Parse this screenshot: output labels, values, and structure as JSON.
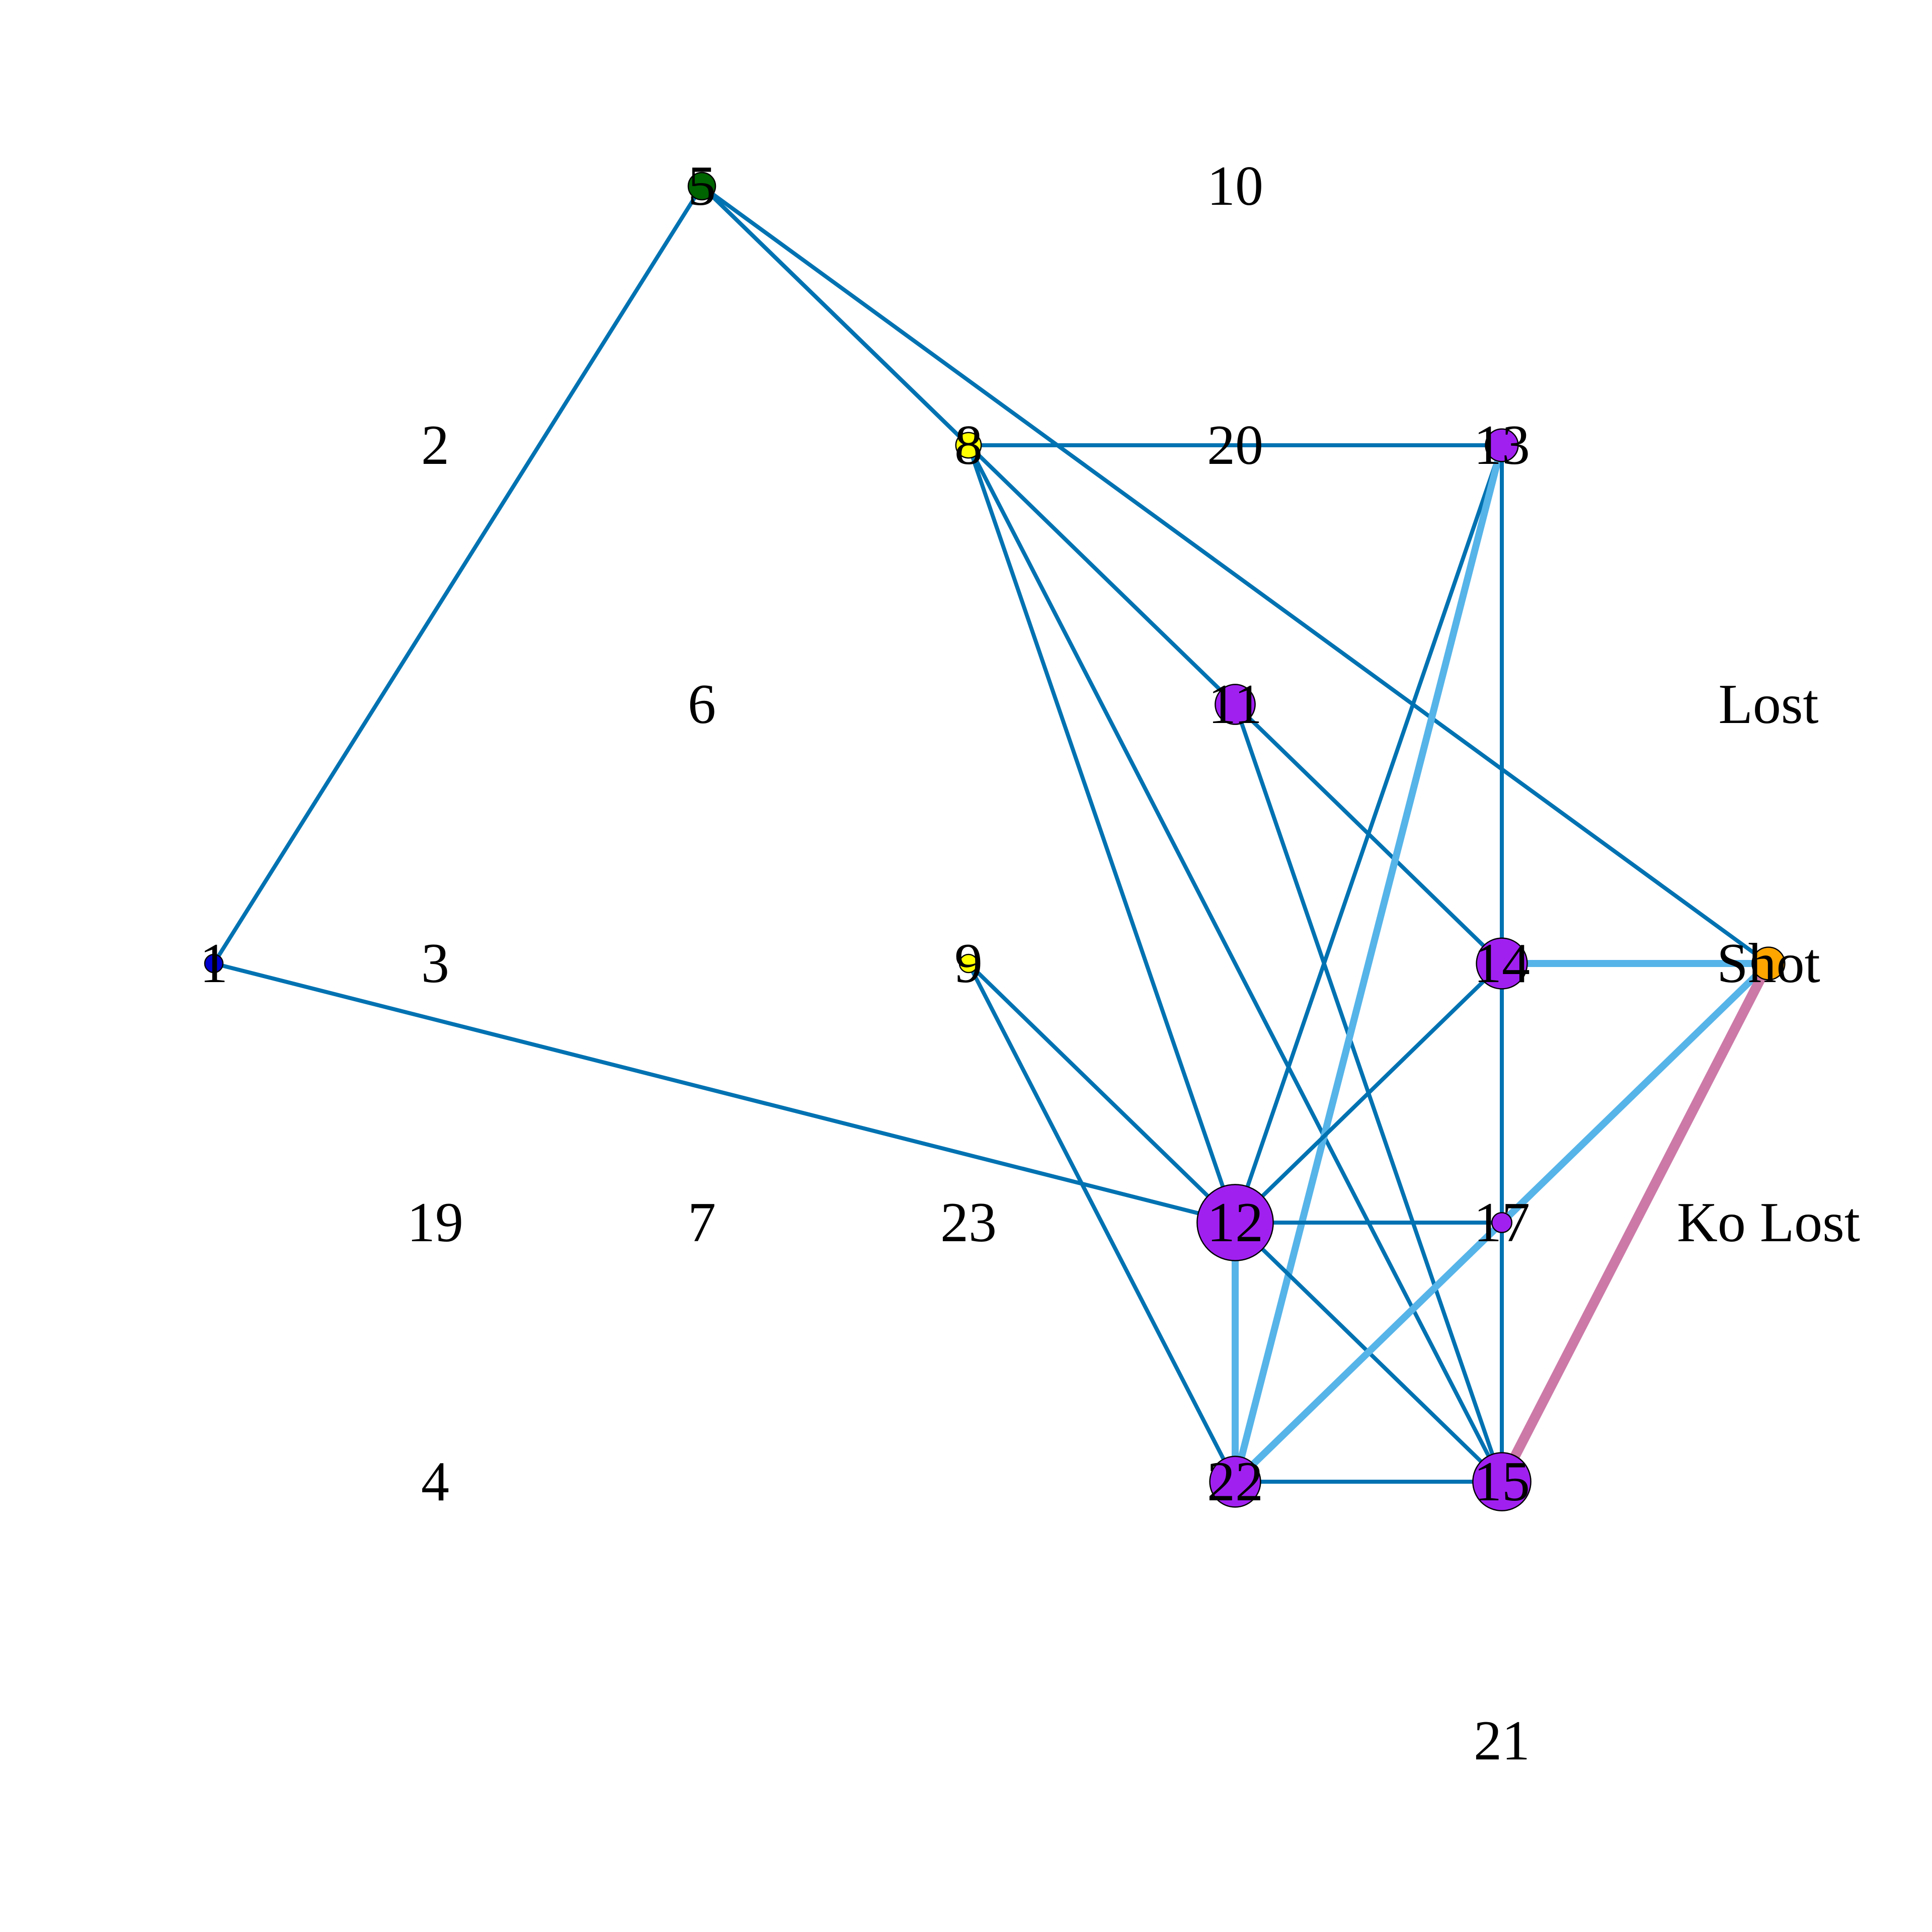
{
  "colors": {
    "edge_default": "#0072b2",
    "edge_light": "#56b4e9",
    "edge_pink": "#cc79a7",
    "node_purple": "#a020f0",
    "node_blue": "#0000cd",
    "node_green": "#006400",
    "node_yellow": "#ffff00",
    "node_orange": "#ffa500"
  },
  "nodes": [
    {
      "id": "1",
      "label": "1",
      "color": "node_blue",
      "size": 1
    },
    {
      "id": "2",
      "label": "2"
    },
    {
      "id": "3",
      "label": "3"
    },
    {
      "id": "4",
      "label": "4"
    },
    {
      "id": "5",
      "label": "5",
      "color": "node_green",
      "size": 1.5
    },
    {
      "id": "6",
      "label": "6"
    },
    {
      "id": "7",
      "label": "7"
    },
    {
      "id": "8",
      "label": "8",
      "color": "node_yellow",
      "size": 1.4
    },
    {
      "id": "9",
      "label": "9",
      "color": "node_yellow",
      "size": 1
    },
    {
      "id": "10",
      "label": "10"
    },
    {
      "id": "11",
      "label": "11",
      "color": "node_purple",
      "size": 2.2
    },
    {
      "id": "12",
      "label": "12",
      "color": "node_purple",
      "size": 4.2
    },
    {
      "id": "13",
      "label": "13",
      "color": "node_purple",
      "size": 1.8
    },
    {
      "id": "14",
      "label": "14",
      "color": "node_purple",
      "size": 2.8
    },
    {
      "id": "15",
      "label": "15",
      "color": "node_purple",
      "size": 3.2
    },
    {
      "id": "17",
      "label": "17",
      "color": "node_purple",
      "size": 1.1
    },
    {
      "id": "19",
      "label": "19"
    },
    {
      "id": "20",
      "label": "20"
    },
    {
      "id": "21",
      "label": "21"
    },
    {
      "id": "22",
      "label": "22",
      "color": "node_purple",
      "size": 2.8
    },
    {
      "id": "23",
      "label": "23"
    },
    {
      "id": "Lost",
      "label": "Lost"
    },
    {
      "id": "Shot",
      "label": "Shot",
      "color": "node_orange",
      "size": 1.8
    },
    {
      "id": "KoLost",
      "label": "Ko Lost"
    }
  ],
  "edges": [
    {
      "source": "1",
      "target": "5",
      "weight": 1
    },
    {
      "source": "1",
      "target": "12",
      "weight": 1
    },
    {
      "source": "5",
      "target": "8",
      "weight": 1
    },
    {
      "source": "5",
      "target": "11",
      "weight": 1
    },
    {
      "source": "5",
      "target": "Shot",
      "weight": 1
    },
    {
      "source": "8",
      "target": "13",
      "weight": 1
    },
    {
      "source": "8",
      "target": "12",
      "weight": 1
    },
    {
      "source": "8",
      "target": "15",
      "weight": 1
    },
    {
      "source": "11",
      "target": "14",
      "weight": 1
    },
    {
      "source": "11",
      "target": "15",
      "weight": 1
    },
    {
      "source": "9",
      "target": "12",
      "weight": 1
    },
    {
      "source": "9",
      "target": "22",
      "weight": 1
    },
    {
      "source": "13",
      "target": "12",
      "weight": 1
    },
    {
      "source": "13",
      "target": "22",
      "weight": 2
    },
    {
      "source": "13",
      "target": "14",
      "weight": 1
    },
    {
      "source": "14",
      "target": "12",
      "weight": 1
    },
    {
      "source": "14",
      "target": "15",
      "weight": 1
    },
    {
      "source": "14",
      "target": "Shot",
      "weight": 2
    },
    {
      "source": "12",
      "target": "17",
      "weight": 1
    },
    {
      "source": "12",
      "target": "22",
      "weight": 2
    },
    {
      "source": "12",
      "target": "15",
      "weight": 1
    },
    {
      "source": "22",
      "target": "15",
      "weight": 1
    },
    {
      "source": "22",
      "target": "Shot",
      "weight": 2
    },
    {
      "source": "15",
      "target": "Shot",
      "weight": 3
    }
  ]
}
